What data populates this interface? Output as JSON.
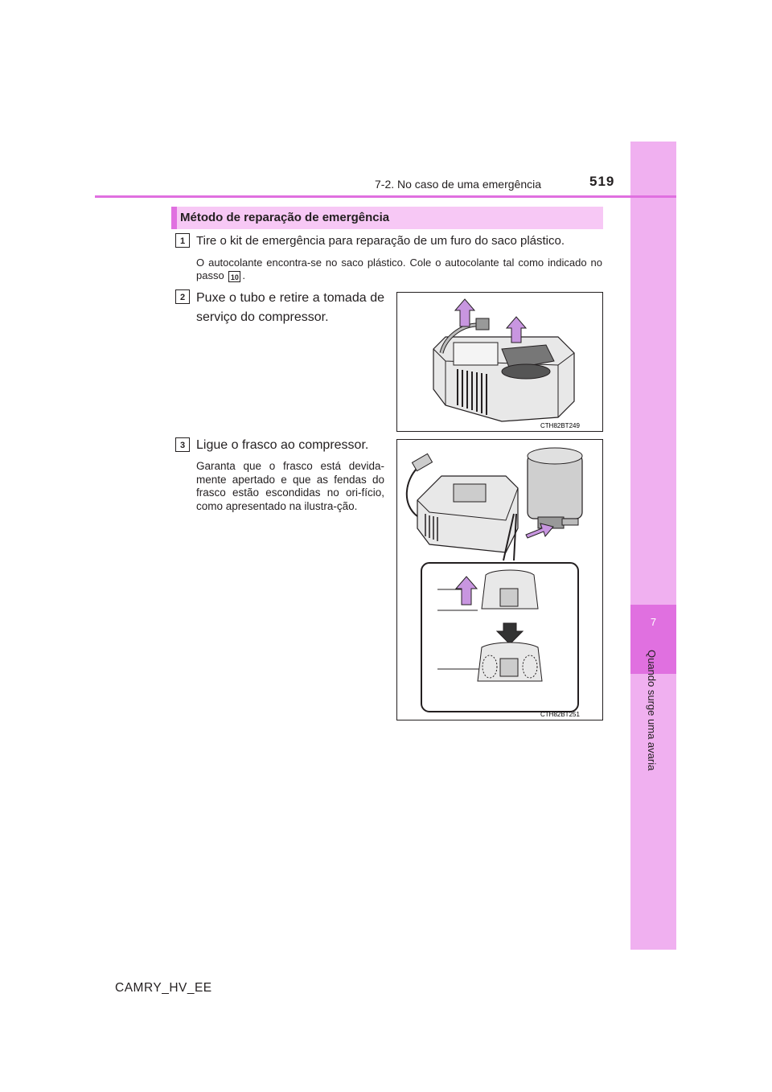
{
  "header": {
    "section_ref": "7-2. No caso de uma emergência",
    "page_number": "519"
  },
  "side_tab": {
    "chapter_number": "7",
    "chapter_title": "Quando surge uma avaria",
    "color": "#f0b0f0",
    "accent": "#e070e0"
  },
  "heading": "Método de reparação de emergência",
  "steps": [
    {
      "number": "1",
      "title": "Tire o kit de emergência para reparação de um furo do saco plástico.",
      "note_before": "O autocolante encontra-se no saco plástico. Cole o autocolante tal como indicado no passo",
      "note_ref": "10",
      "note_after": "."
    },
    {
      "number": "2",
      "title": "Puxe o tubo e retire a tomada de serviço do compressor.",
      "figure_code": "CTH82BT249"
    },
    {
      "number": "3",
      "title": "Ligue o frasco ao compressor.",
      "note": "Garanta que o frasco está devida-mente apertado e que as fendas do frasco estão escondidas no ori-fício, como apresentado na ilustra-ção.",
      "figure_code": "CTH82BT251"
    }
  ],
  "footer": "CAMRY_HV_EE"
}
